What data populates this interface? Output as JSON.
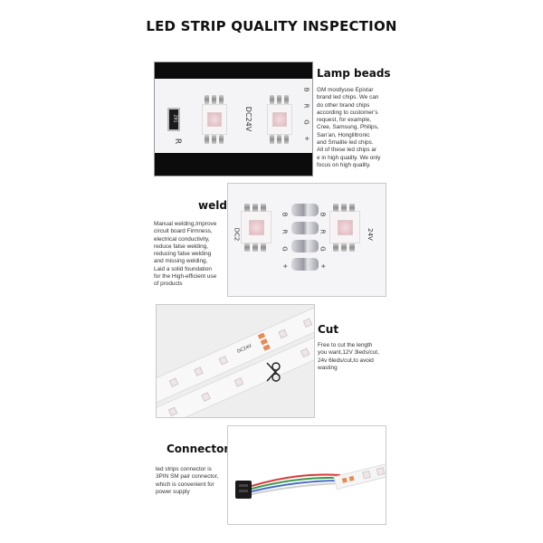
{
  "page": {
    "title": "LED STRIP QUALITY INSPECTION"
  },
  "sections": {
    "lamp_beads": {
      "heading": "Lamp beads",
      "description_lines": [
        "GM mostlyuse Epistar",
        "brand led chips. We can",
        "do other brand chips",
        "according to customer’s",
        "request, for example,",
        "Cree, Samsung, Philips,",
        "San’an, Hongliltronic",
        "and Smalite led chips.",
        "All of these led chips ar",
        "e in high quality. We only",
        "focus on high quality."
      ],
      "photo_labels": {
        "voltage": "DC24V",
        "resistor_code": "201",
        "resistor_letter": "R",
        "pins": [
          "B",
          "R",
          "G",
          "+"
        ]
      }
    },
    "weld": {
      "heading": "weld",
      "description_lines": [
        "Manual welding,Improve",
        "circuit board Firmness,",
        "electrical conductivity,",
        "reduce false welding,",
        "reducing false welding",
        "and missing welding,",
        "Laid a solid foundation",
        "for the High-efficient use",
        "of products"
      ],
      "photo_labels": {
        "voltage_left": "DC2",
        "voltage_right": "24V",
        "pins": [
          "B",
          "R",
          "G",
          "+"
        ]
      }
    },
    "cut": {
      "heading": "Cut",
      "description_lines": [
        "Free to cut the length",
        "you want,12V 3leds/cut,",
        "24v 6leds/cut,to avoid",
        "wasting"
      ],
      "photo_labels": {
        "marking": "DC24V"
      }
    },
    "connector": {
      "heading": "Connector",
      "description_lines": [
        "led strips connector is",
        "3PIN SM pair connector,",
        "which is convenient for",
        "power supply"
      ]
    }
  },
  "icons": {
    "scissors": "scissors-icon",
    "connector_plug": "connector-plug-icon"
  },
  "colors": {
    "photo_background_dark": "#0c0c0c",
    "copper_pad": "#e78c57",
    "wire_red": "#d83a3a",
    "wire_green": "#3a9a4a",
    "wire_blue": "#4a6ac8",
    "wire_white": "#e8e8e8"
  }
}
